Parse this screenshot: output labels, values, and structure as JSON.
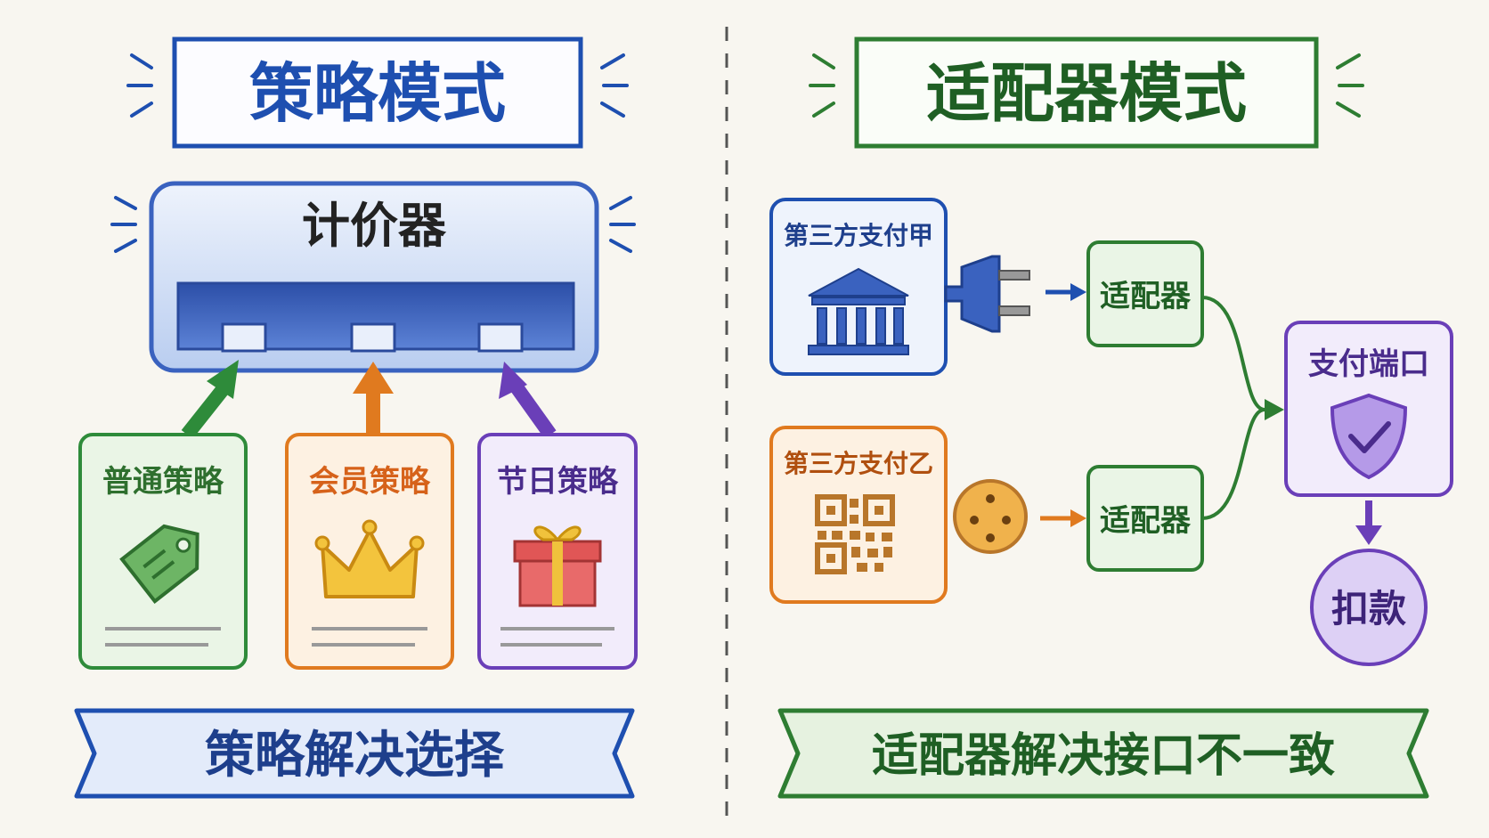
{
  "left": {
    "title": "策略模式",
    "device_label": "计价器",
    "strategies": [
      {
        "label": "普通策略",
        "icon": "price-tag-icon",
        "color": "#2e8b3a"
      },
      {
        "label": "会员策略",
        "icon": "crown-icon",
        "color": "#e07a1f"
      },
      {
        "label": "节日策略",
        "icon": "gift-icon",
        "color": "#6a3fb8"
      }
    ],
    "banner": "策略解决选择",
    "accent": "#1e4fb0"
  },
  "right": {
    "title": "适配器模式",
    "payment_a": "第三方支付甲",
    "payment_b": "第三方支付乙",
    "adapter_a": "适配器",
    "adapter_b": "适配器",
    "port": "支付端口",
    "deduct": "扣款",
    "banner": "适配器解决接口不一致",
    "accent": "#2e7d32"
  }
}
